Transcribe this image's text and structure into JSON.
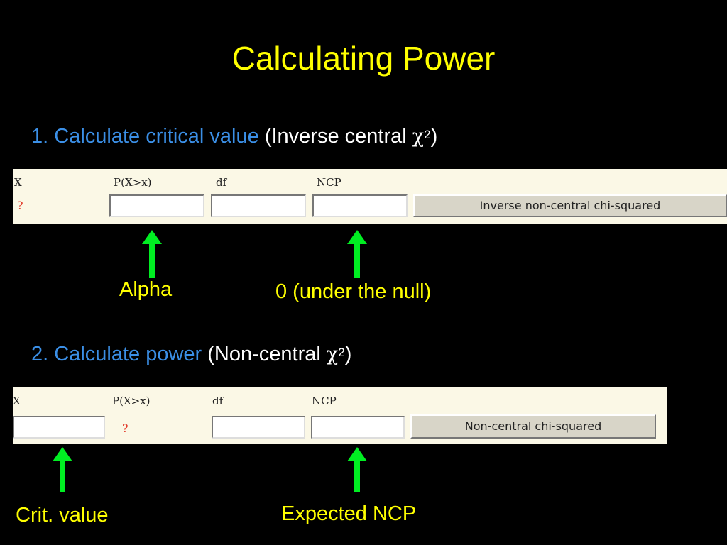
{
  "title": "Calculating Power",
  "step1": {
    "label": "1. Calculate critical value",
    "paren_open": "(Inverse central ",
    "symbol": "χ",
    "sup": "2",
    "paren_close": ")"
  },
  "panel1": {
    "col_x": "X",
    "col_p": "P(X>x)",
    "col_df": "df",
    "col_ncp": "NCP",
    "x_marker": "?",
    "button_label": "Inverse non-central chi-squared"
  },
  "arrows1": {
    "alpha": "Alpha",
    "ncp": "0 (under the null)"
  },
  "step2": {
    "label": "2. Calculate power",
    "paren_open": "(Non-central ",
    "symbol": "χ",
    "sup": "2",
    "paren_close": ")"
  },
  "panel2": {
    "col_x": "X",
    "col_p": "P(X>x)",
    "col_df": "df",
    "col_ncp": "NCP",
    "p_marker": "?",
    "button_label": "Non-central chi-squared"
  },
  "arrows2": {
    "crit": "Crit. value",
    "ncp": "Expected NCP"
  },
  "colors": {
    "title": "#ffff00",
    "step_blue": "#3b8fe6",
    "arrow_green": "#00ee22",
    "panel_bg": "#fbf8e6"
  }
}
